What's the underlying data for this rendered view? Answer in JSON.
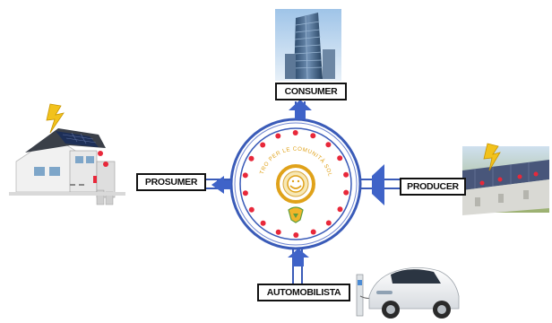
{
  "labels": {
    "consumer": "CONSUMER",
    "prosumer": "PROSUMER",
    "producer": "PRODUCER",
    "automobilista": "AUTOMOBILISTA"
  },
  "center_logo_text": "CENTRO PER LE COMUNITÀ SOLARI",
  "colors": {
    "ring": "#3a5bb8",
    "dots": "#e8283a",
    "arrow": "#3f63c8",
    "logo_ring": "#e0a21a",
    "logo_text": "#e0a21a"
  },
  "icons": {
    "building": "skyscraper",
    "house": "solar-house",
    "factory": "solar-factory",
    "car": "electric-car",
    "charger": "charging-station",
    "bolt": "lightning-bolt"
  }
}
